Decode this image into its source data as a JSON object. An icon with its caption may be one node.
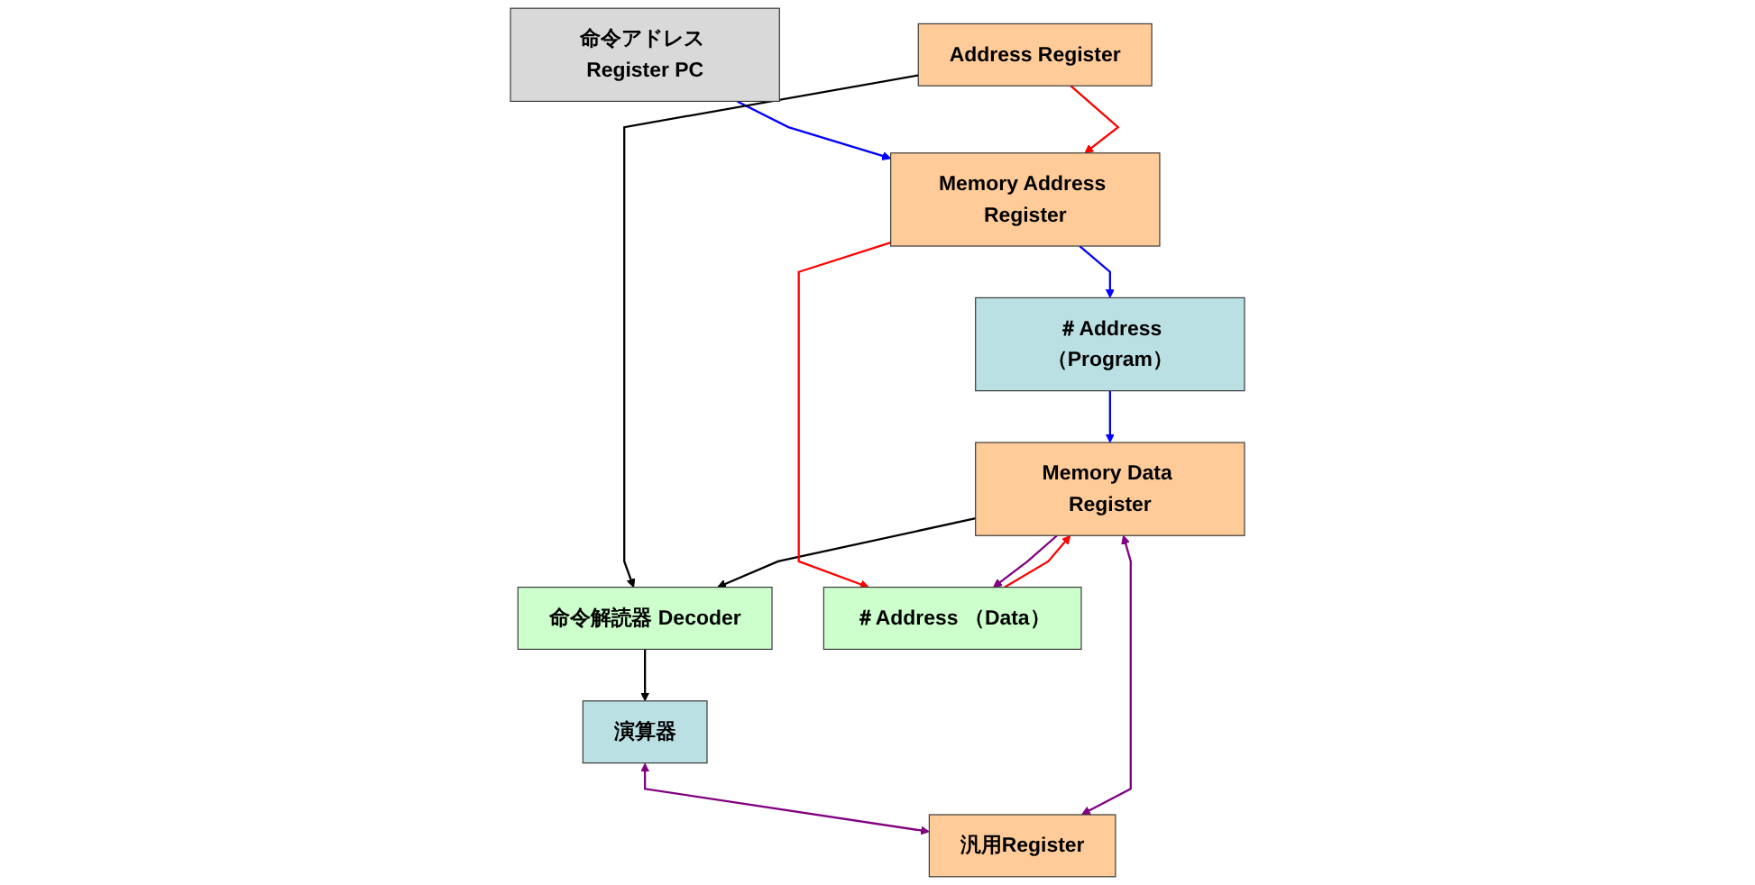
{
  "diagram": {
    "nodes": [
      {
        "text": [
          "命令アドレス Register PC"
        ]
      },
      {
        "text": [
          "命令解読器 Decoder"
        ]
      },
      {
        "text": [
          "演算器"
        ]
      },
      {
        "text": [
          "Address Register"
        ]
      },
      {
        "text": [
          "汎用Register"
        ]
      },
      {
        "text": [
          "Memory Address Register"
        ]
      },
      {
        "text": [
          "Memory Data Register"
        ]
      },
      {
        "text": [
          "＃Address（Program）"
        ]
      },
      {
        "text": [
          "＃Address （Data）"
        ]
      }
    ],
    "edges": [
      {
        "from": 0,
        "to": 5,
        "arrow": "to",
        "color": "#0000ff"
      },
      {
        "from": 3,
        "to": 5,
        "arrow": "to",
        "color": "#ff0000"
      },
      {
        "from": 3,
        "to": 1,
        "arrow": "to",
        "color": "#000000"
      },
      {
        "from": 6,
        "to": 1,
        "arrow": "to",
        "color": "#000000"
      },
      {
        "from": 1,
        "to": 2,
        "arrow": "to",
        "color": "#000000"
      },
      {
        "from": 2,
        "to": 4,
        "arrow": "both",
        "color": "#800080"
      },
      {
        "from": 4,
        "to": 6,
        "arrow": "both",
        "color": "#800080"
      },
      {
        "from": 5,
        "to": 7,
        "arrow": "to",
        "color": "#0000ff"
      },
      {
        "from": 5,
        "to": 8,
        "arrow": "to",
        "color": "#ff0000"
      },
      {
        "from": 7,
        "to": 6,
        "arrow": "to",
        "color": "#0000ff"
      },
      {
        "from": 8,
        "to": 6,
        "arrow": "to",
        "color": "#ff0000"
      },
      {
        "from": 6,
        "to": 8,
        "arrow": "to",
        "color": "#800080"
      }
    ]
  }
}
